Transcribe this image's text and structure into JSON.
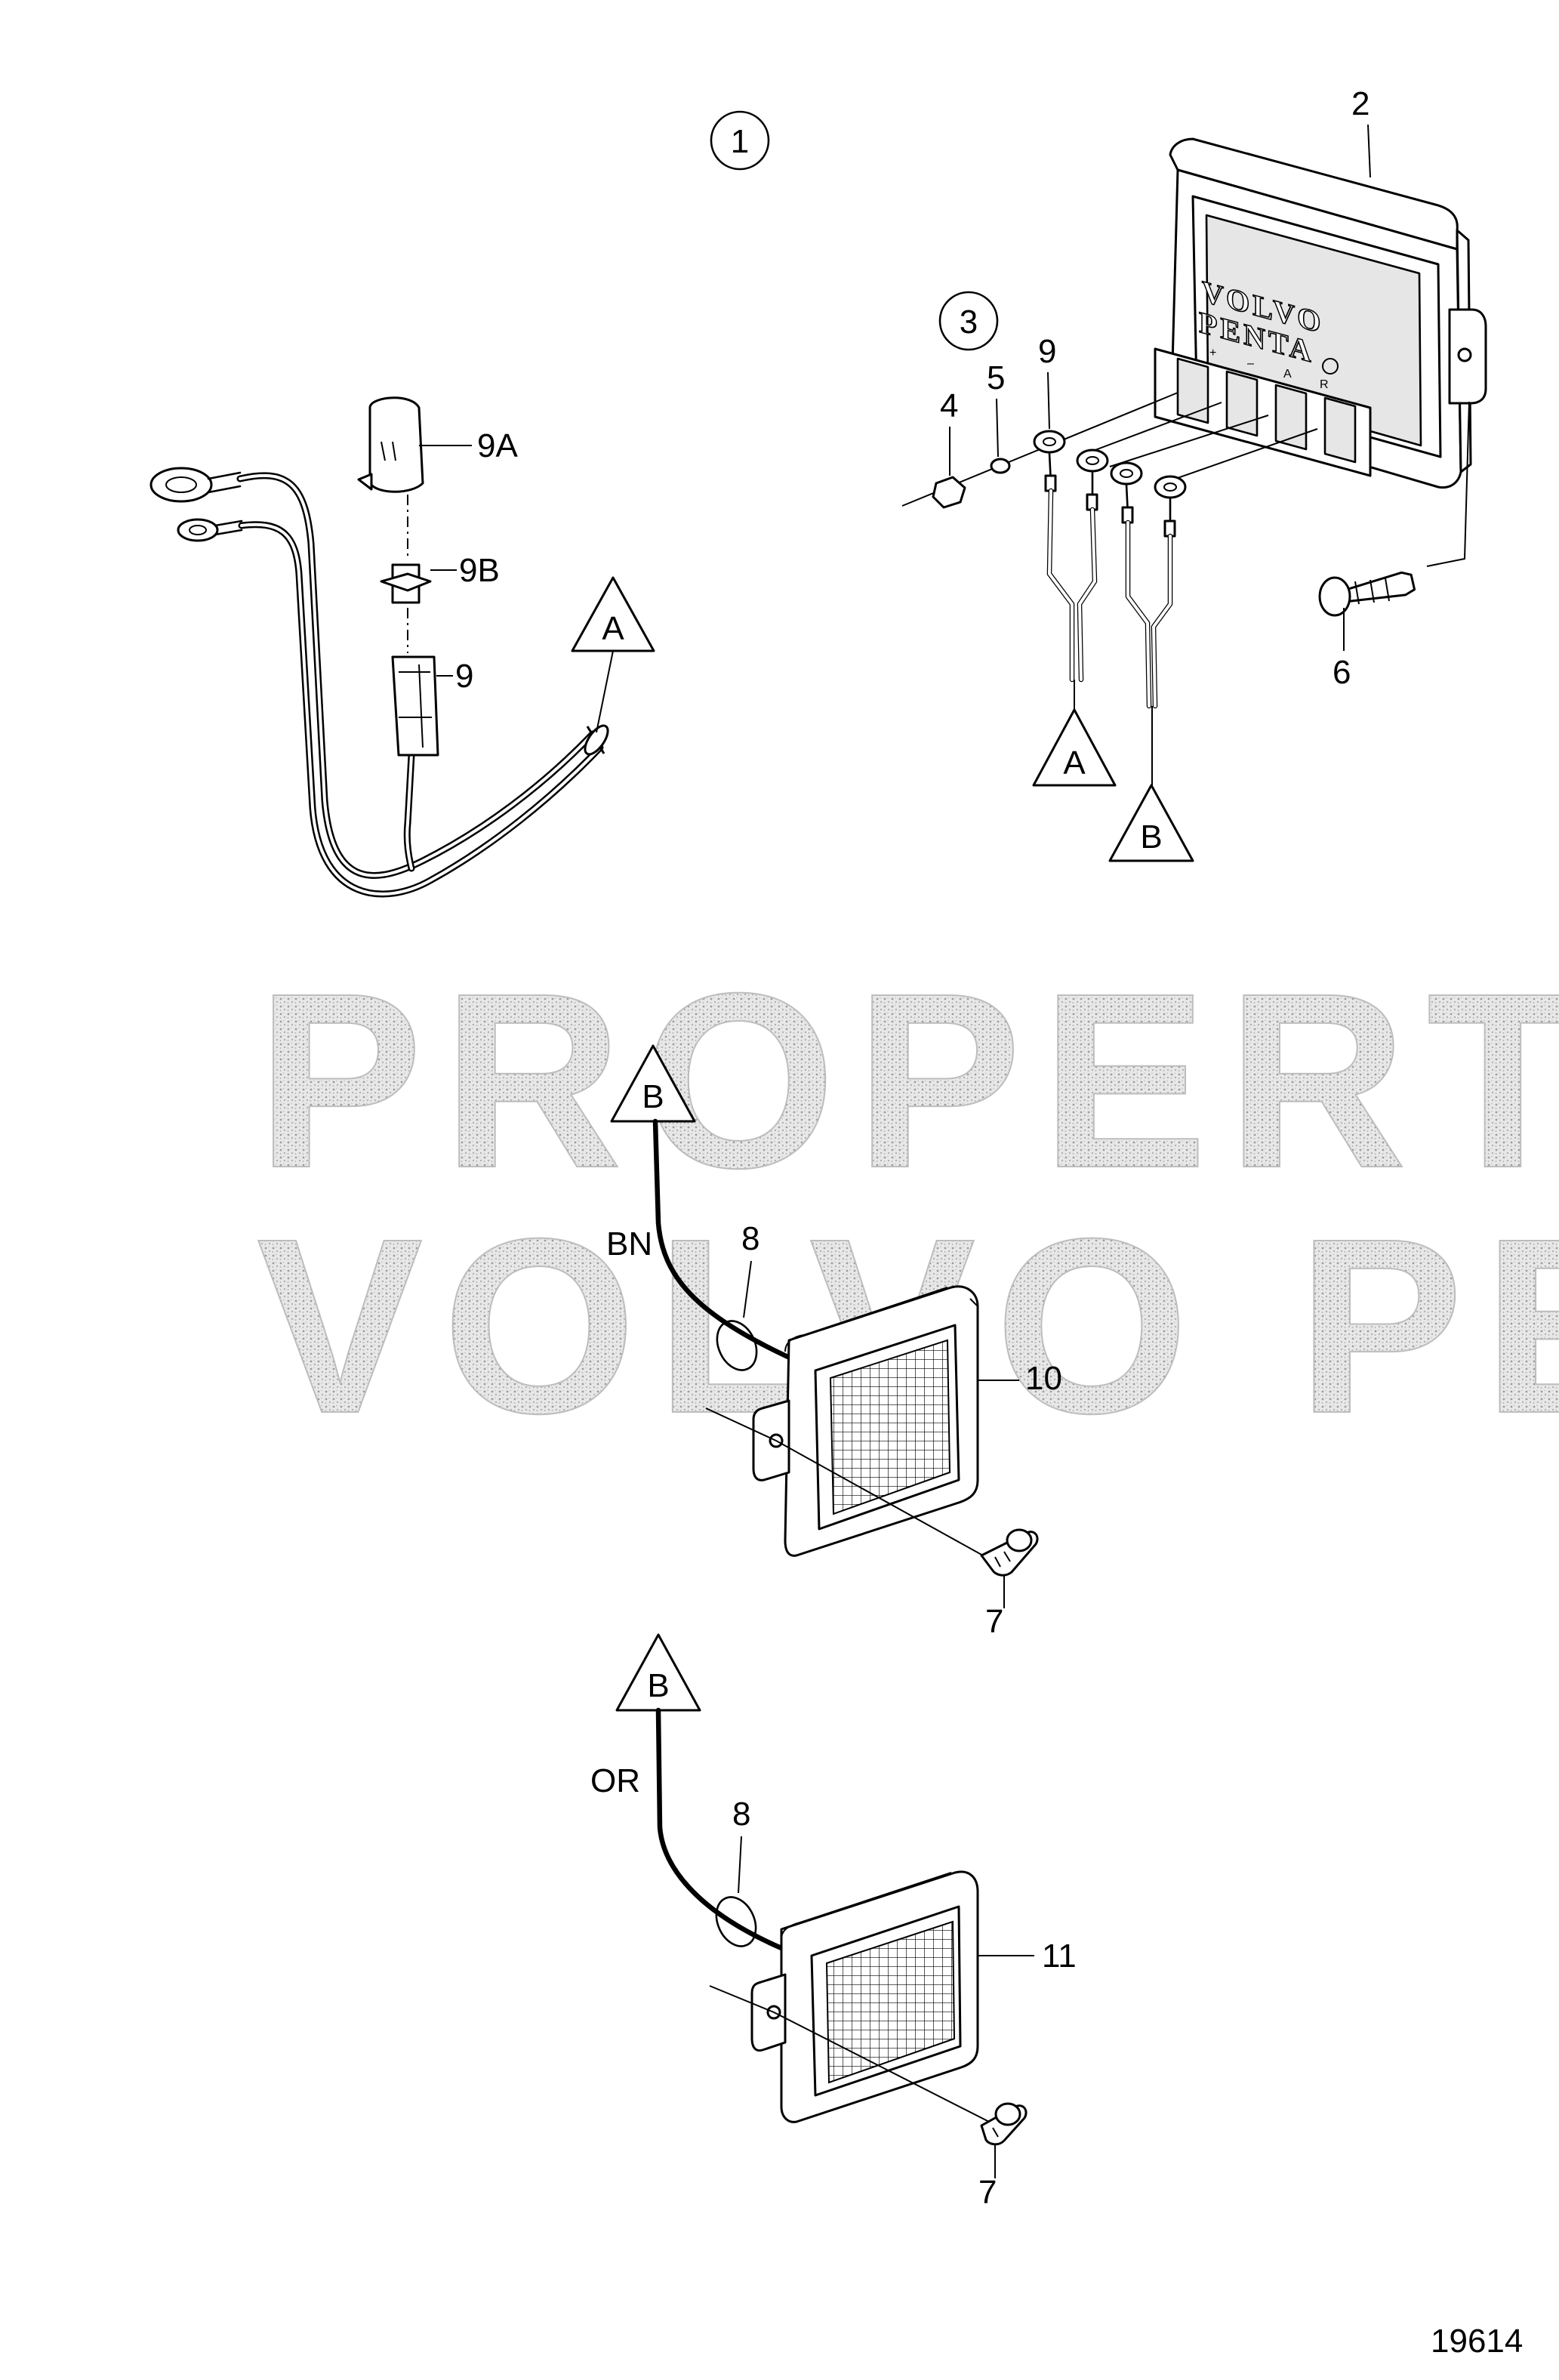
{
  "drawing_number": "19614",
  "watermark": {
    "line1": "PROPERTY OF",
    "line2": "VOLVO PENTA"
  },
  "unit_brand": {
    "line1": "VOLVO",
    "line2": "PENTA"
  },
  "terminal_marks": [
    "+",
    "–",
    "A",
    "R"
  ],
  "circled_refs": {
    "assembly": "1",
    "kit": "3"
  },
  "connectors": {
    "a": "A",
    "b": "B"
  },
  "wire_colors": {
    "brown": "BN",
    "orange": "OR"
  },
  "callouts": {
    "p2": "2",
    "p4": "4",
    "p5": "5",
    "p6": "6",
    "p7": "7",
    "p7b": "7",
    "p8": "8",
    "p8b": "8",
    "p9_harness": "9",
    "p9_fuse": "9",
    "p9a": "9A",
    "p9b": "9B",
    "p10": "10",
    "p11": "11"
  }
}
